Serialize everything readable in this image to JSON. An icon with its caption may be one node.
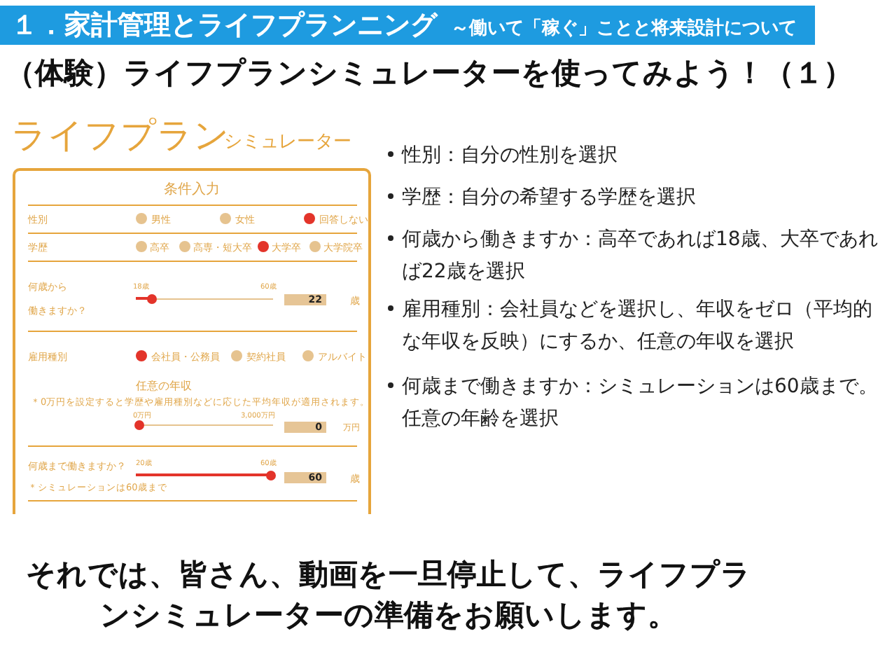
{
  "diagram": {
    "title": "（体験）ライフプランシミュレーターを使ってみよう！（１）",
    "caption": "それでは、皆さん、動画を一旦停止して、ライフプランシミュレーターの準備をお願いします。",
    "labels": [
      "１．家計管理とライフプランニング",
      "～働いて「稼ぐ」ことと将来設計について",
      "ライフプラン",
      "シミュレーター",
      "条件入力",
      "性別",
      "男性",
      "女性",
      "回答しない",
      "学歴",
      "高卒",
      "高専・短大卒",
      "大学卒",
      "大学院卒",
      "何歳から",
      "働きますか？",
      "18歳",
      "60歳",
      "22",
      "歳",
      "雇用種別",
      "会社員・公務員",
      "契約社員",
      "アルバイト",
      "任意の年収",
      "＊0万円を設定すると学歴や雇用種別などに応じた平均年収が適用されます。",
      "0万円",
      "3,000万円",
      "0",
      "万円",
      "何歳まで働きますか？",
      "＊シミュレーションは60歳まで",
      "20歳",
      "60歳",
      "60",
      "歳",
      "性別：自分の性別を選択",
      "学歴：自分の希望する学歴を選択",
      "何歳から働きますか：高卒であれば18歳、大卒であれば22歳を選択",
      "雇用種別：会社員などを選択し、年収をゼロ（平均的な年収を反映）にするか、任意の年収を選択",
      "何歳まで働きますか：シミュレーションは60歳まで。任意の年齢を選択"
    ]
  }
}
